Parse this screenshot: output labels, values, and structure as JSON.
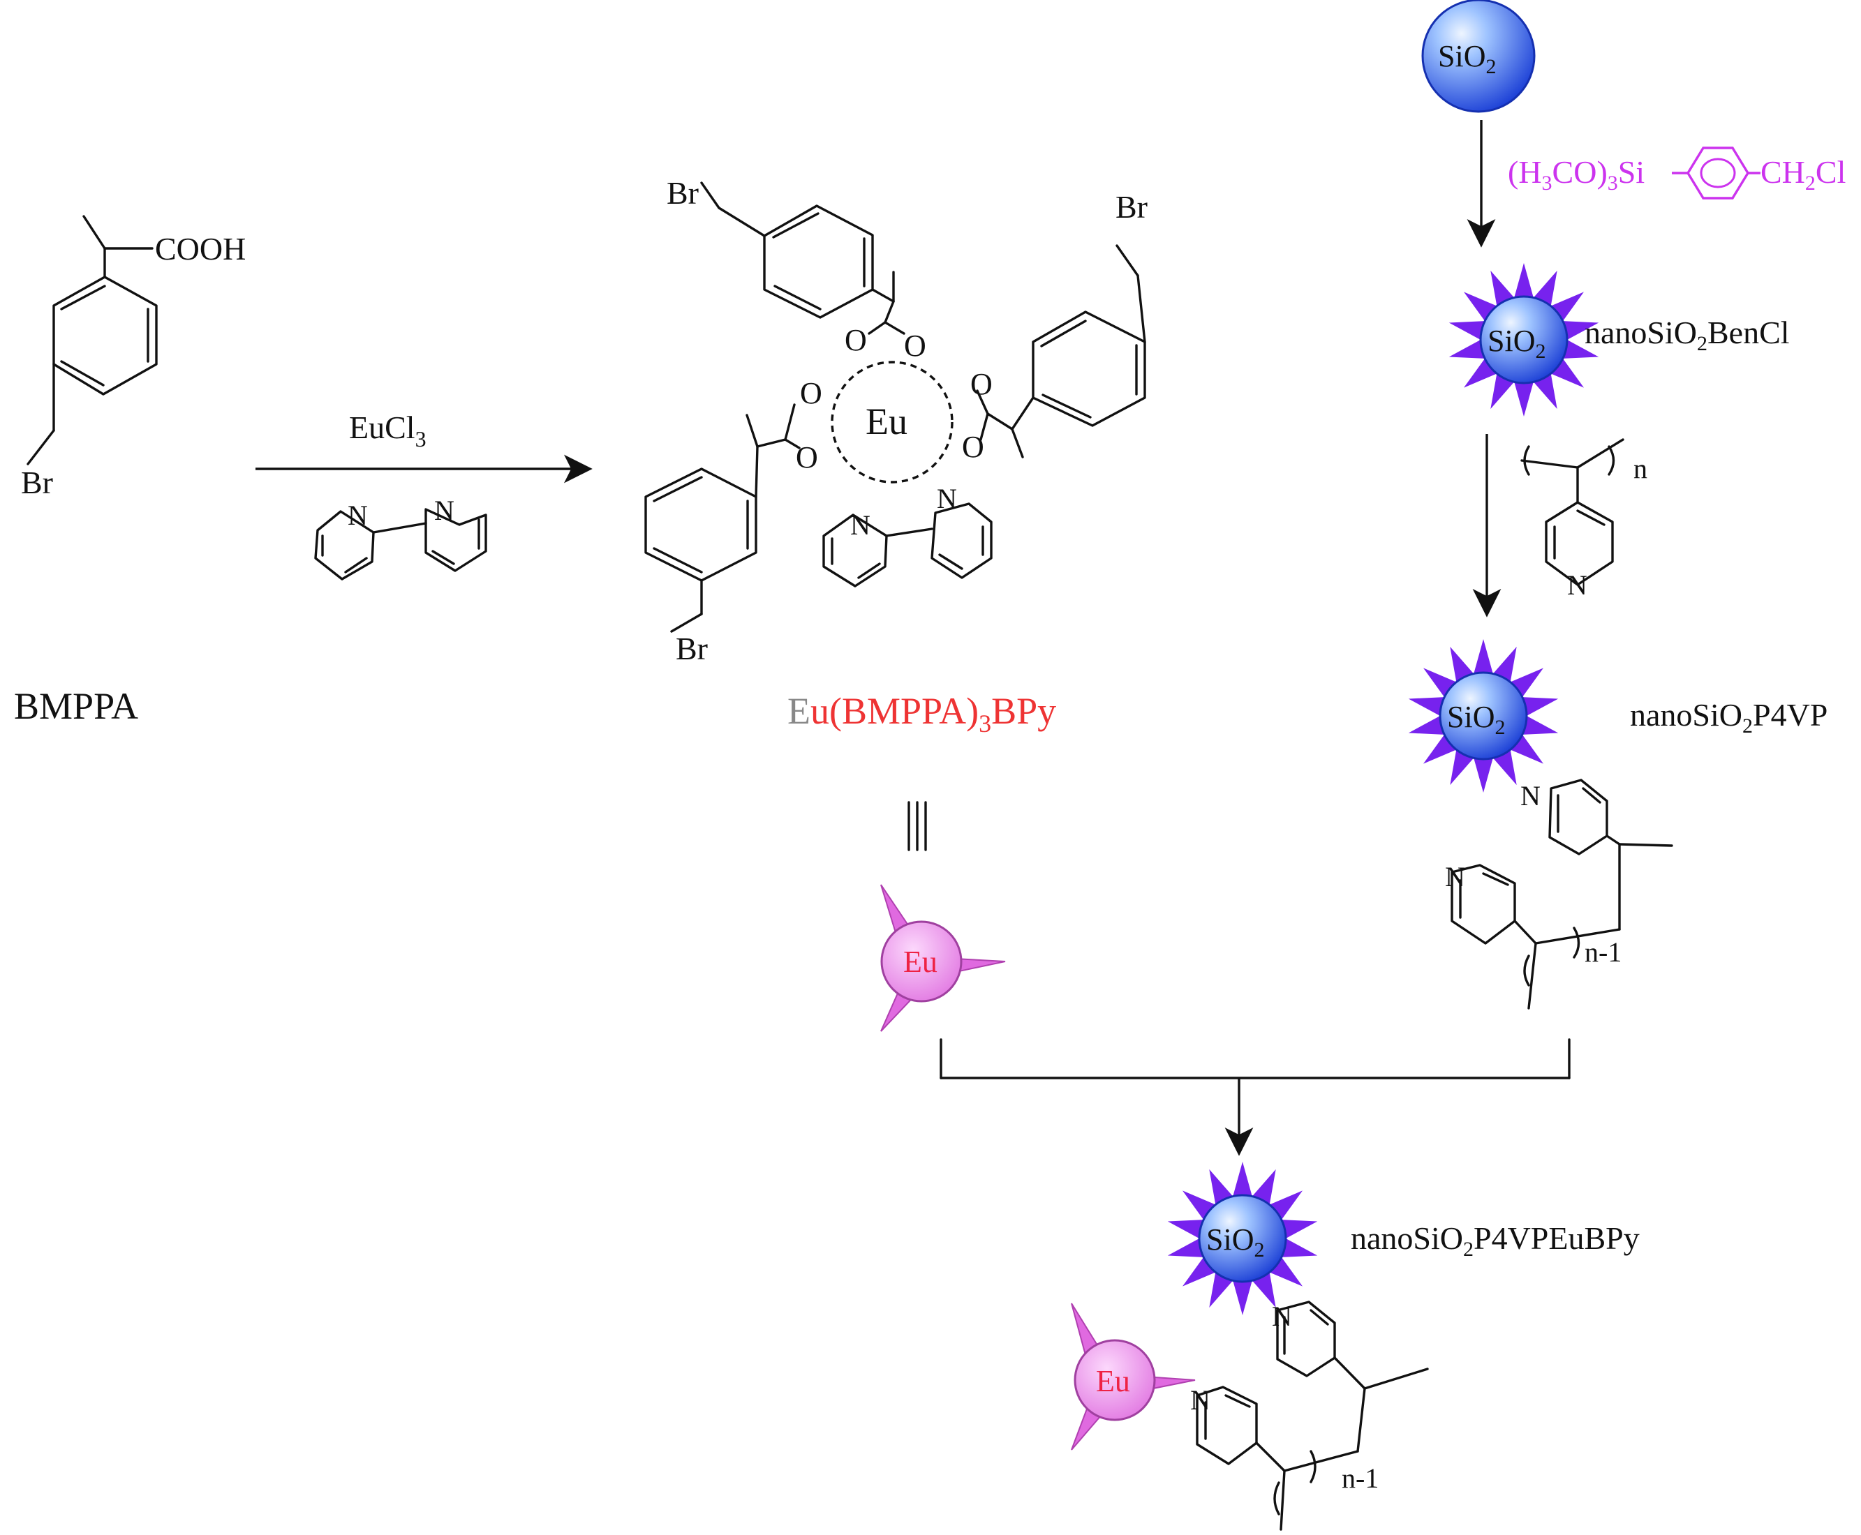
{
  "compounds": {
    "bmppa": "BMPPA",
    "cooh": "COOH",
    "br": "Br",
    "o": "O",
    "n": "N"
  },
  "reaction1": {
    "reagent_prefix": "EuCl",
    "reagent_sub": "3"
  },
  "complex": {
    "center": "Eu",
    "name_part1": "Eu(BMPPA)",
    "name_sub": "3",
    "name_part2": "BPy",
    "equiv": "|||"
  },
  "silica": {
    "si": "SiO",
    "sub2": "2",
    "linker_a": "(H",
    "linker_sub3": "3",
    "linker_b": "CO)",
    "linker_c": "Si",
    "linker_d": "CH",
    "linker_e": "Cl",
    "step1_prefix": "nanoSiO",
    "step1_suffix": "BenCl",
    "poly_n": "n",
    "step2_prefix": "nanoSiO",
    "step2_suffix": "P4VP",
    "chain_n": "n-1",
    "final_prefix": "nanoSiO",
    "final_suffix": "P4VPEuBPy"
  },
  "colors": {
    "complex_name": "#ee3333",
    "complex_name_eu": "#888888",
    "linker": "#cc33ee",
    "spikes": "#7722ee",
    "sphere_light": "#9fc4ff",
    "sphere_dark": "#1b3fd6",
    "eu_fill": "#f08cf0",
    "eu_text": "#ee2244"
  }
}
